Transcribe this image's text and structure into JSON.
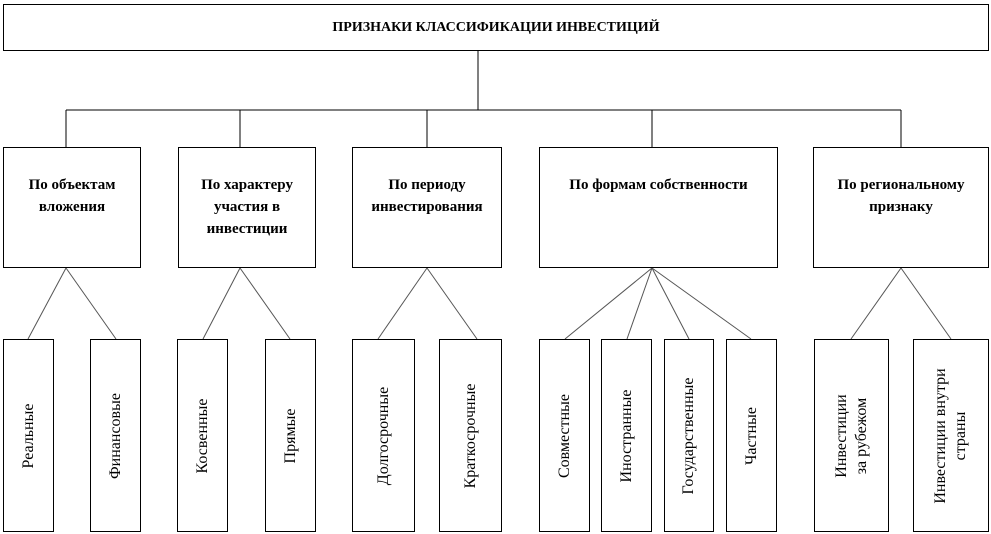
{
  "title": "ПРИЗНАКИ КЛАССИФИКАЦИИ ИНВЕСТИЦИЙ",
  "categories": [
    {
      "label": "По объектам вложения",
      "items": [
        "Реальные",
        "Финансовые"
      ]
    },
    {
      "label": "По характеру участия в инвестиции",
      "items": [
        "Косвенные",
        "Прямые"
      ]
    },
    {
      "label": "По периоду инвестирования",
      "items": [
        "Долгосрочные",
        "Краткосрочные"
      ]
    },
    {
      "label": "По формам собственности",
      "items": [
        "Совместные",
        "Иностранные",
        "Государственные",
        "Частные"
      ]
    },
    {
      "label": "По региональному признаку",
      "items": [
        "Инвестиции\nза рубежом",
        "Инвестиции внутри\nстраны"
      ]
    }
  ]
}
